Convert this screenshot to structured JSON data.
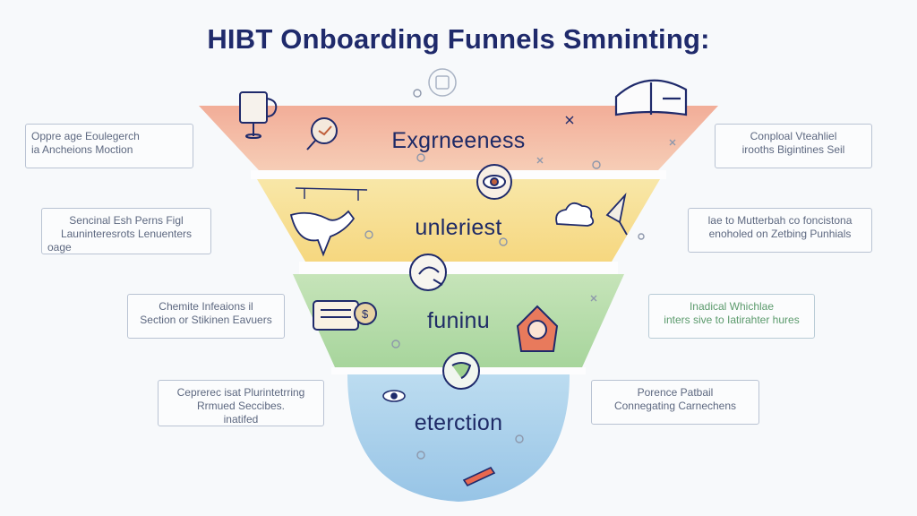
{
  "title": "HIBT Onboarding Funnels Smninting:",
  "colors": {
    "awareness": "#f3b9a4",
    "interest": "#f7dc8c",
    "funnel": "#b6dcaa",
    "retention": "#a9cfea",
    "outline": "#1f2a6b"
  },
  "stages": [
    {
      "label": "Exgrneeness",
      "icon": "coffee-cup-icon"
    },
    {
      "label": "unleriest",
      "icon": "eye-badge-icon"
    },
    {
      "label": "funinu",
      "icon": "magnifier-badge-icon"
    },
    {
      "label": "eterction",
      "icon": "globe-badge-icon"
    }
  ],
  "notes": {
    "left": [
      {
        "line1": "Oppre age Eoulegerch",
        "line2": "ia Ancheions Moction"
      },
      {
        "line1": "Sencinal Esh Perns Figl",
        "line2": "Launinteresrots Lenuenters",
        "line3": "oage"
      },
      {
        "line1": "Chemite Infeaions il",
        "line2": "Section or Stikinen Eavuers"
      },
      {
        "line1": "Ceprerec isat Plurintetrring",
        "line2": "Rrmued Seccibes.",
        "line3": "inatifed"
      }
    ],
    "right": [
      {
        "line1": "Conploal Vteahliel",
        "line2": "irooths Bigintines Seil"
      },
      {
        "line1": "lae to Mutterbah co foncistona",
        "line2": "enoholed on Zetbing Punhials"
      },
      {
        "line1": "Inadical Whichlae",
        "line2": "inters sive to Iatirahter hures"
      },
      {
        "line1": "Porence Patbail",
        "line2": "Connegating Carnechens"
      }
    ]
  }
}
